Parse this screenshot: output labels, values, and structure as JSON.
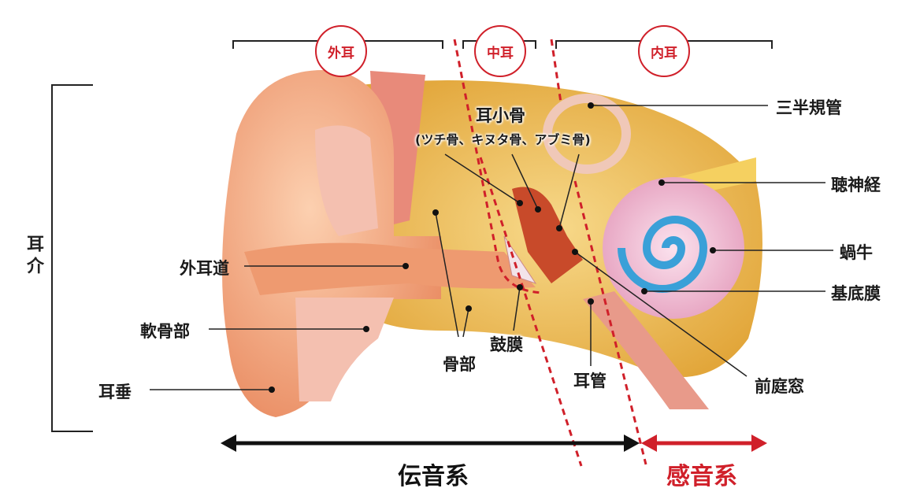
{
  "sections": {
    "outer": "外耳",
    "middle": "中耳",
    "inner": "内耳"
  },
  "auricle": "耳介",
  "labels": {
    "semicircular_canals": "三半規管",
    "ossicles": "耳小骨",
    "ossicles_detail": "(ツチ骨、キヌタ骨、アブミ骨)",
    "auditory_nerve": "聴神経",
    "cochlea": "蝸牛",
    "basilar_membrane": "基底膜",
    "external_canal": "外耳道",
    "cartilage_part": "軟骨部",
    "earlobe": "耳垂",
    "bony_part": "骨部",
    "eardrum": "鼓膜",
    "eustachian_tube": "耳管",
    "oval_window": "前庭窓"
  },
  "systems": {
    "conductive": "伝音系",
    "sensorineural": "感音系"
  },
  "colors": {
    "accent_red": "#d0202a",
    "skin": "#f0a078",
    "bone": "#e8b848"
  }
}
